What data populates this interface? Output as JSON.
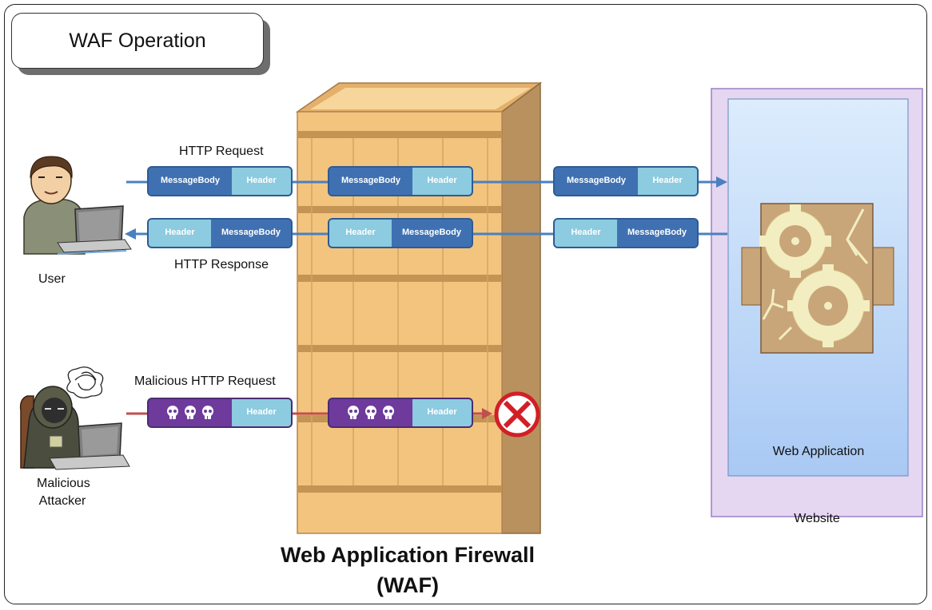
{
  "title": "WAF Operation",
  "labels": {
    "http_request": "HTTP Request",
    "http_response": "HTTP Response",
    "malicious_request": "Malicious HTTP Request",
    "user": "User",
    "attacker_line1": "Malicious",
    "attacker_line2": "Attacker",
    "web_application": "Web Application",
    "website": "Website",
    "waf_line1": "Web Application Firewall",
    "waf_line2": "(WAF)"
  },
  "packet": {
    "message_line1": "Message",
    "message_line2": "Body",
    "header": "Header"
  },
  "colors": {
    "packet_body": "#3f71b2",
    "packet_header": "#8ccbe0",
    "malicious_body": "#6e3a9c",
    "request_arrow": "#4a80c0",
    "malicious_arrow": "#c0504d",
    "block_icon": "#d21f26",
    "firewall": "#f4c77e",
    "website_panel": "#e5d6f2",
    "app_panel": "#b8d4f7"
  },
  "icons": [
    "user-icon",
    "attacker-icon",
    "gears-icon",
    "skull-icon",
    "blocked-icon"
  ]
}
